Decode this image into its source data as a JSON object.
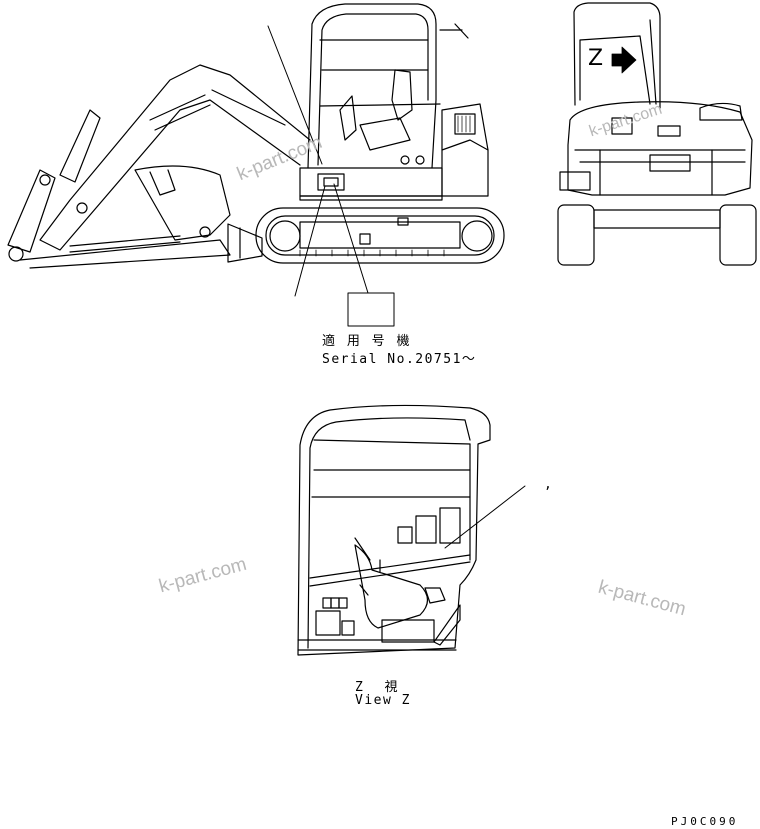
{
  "labels": {
    "serial_jp": "適 用 号 機",
    "serial_en": "Serial No.20751～",
    "view_jp": "Z  視",
    "view_en": "View Z",
    "z_marker": "Z",
    "comma_mark": ",",
    "drawing_code": "PJ0C090"
  },
  "watermark": {
    "text": "k-part.com",
    "color": "#b8b8b8"
  },
  "icons": {
    "arrow": "right-arrow-icon"
  }
}
